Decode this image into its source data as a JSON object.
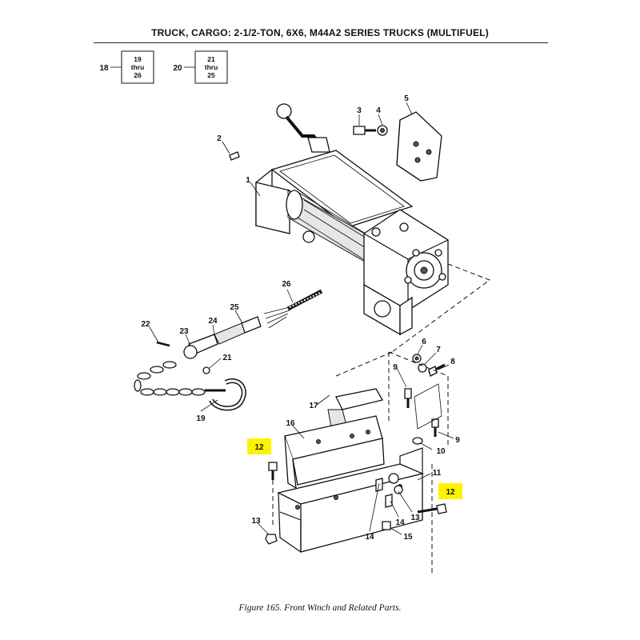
{
  "header": {
    "title": "TRUCK, CARGO: 2-1/2-TON, 6X6, M44A2 SERIES TRUCKS (MULTIFUEL)"
  },
  "reference_boxes": [
    {
      "callout": "18",
      "line1": "19",
      "line2": "thru",
      "line3": "26"
    },
    {
      "callout": "20",
      "line1": "21",
      "line2": "thru",
      "line3": "25"
    }
  ],
  "callouts": {
    "c1": "1",
    "c2": "2",
    "c3": "3",
    "c4": "4",
    "c5": "5",
    "c6": "6",
    "c7": "7",
    "c8": "8",
    "c9a": "9",
    "c9b": "9",
    "c10": "10",
    "c11": "11",
    "c12a": "12",
    "c12b": "12",
    "c13a": "13",
    "c13b": "13",
    "c14a": "14",
    "c14b": "14",
    "c15": "15",
    "c16": "16",
    "c17": "17",
    "c19": "19",
    "c21": "21",
    "c22": "22",
    "c23": "23",
    "c24": "24",
    "c25": "25",
    "c26": "26"
  },
  "highlight_color": "#fff200",
  "caption": "Figure 165.  Front Winch and Related Parts."
}
